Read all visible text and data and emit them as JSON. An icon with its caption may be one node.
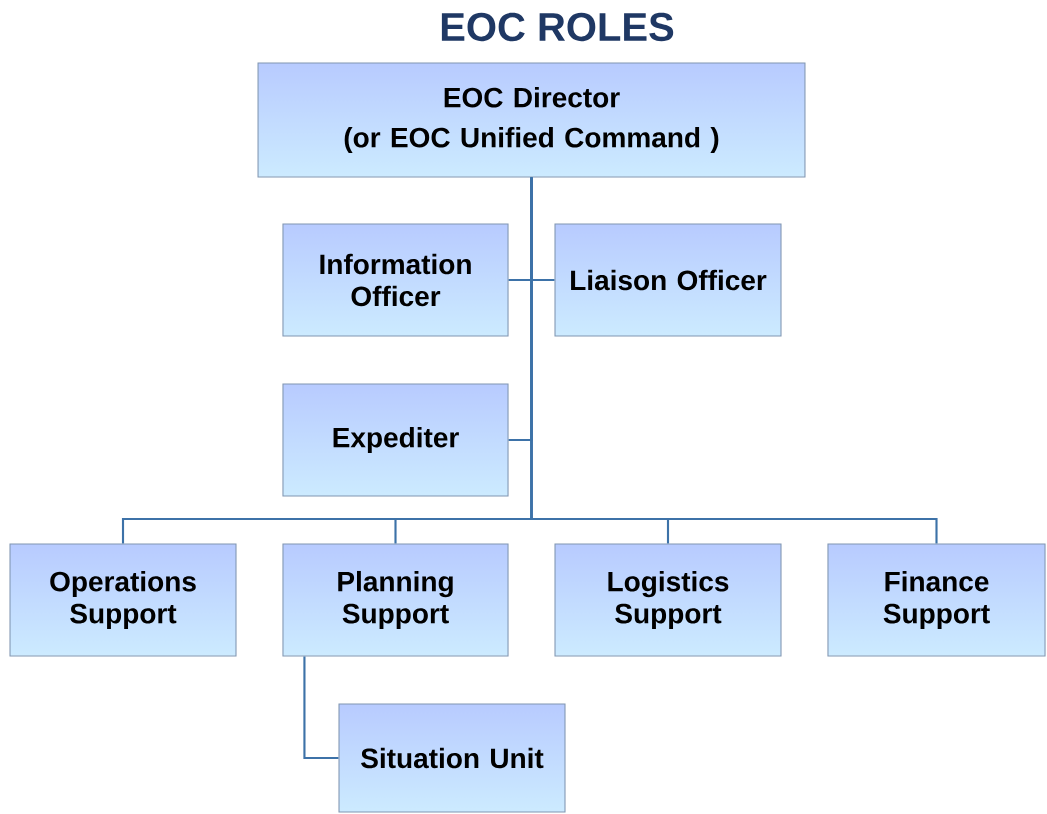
{
  "diagram": {
    "title": "EOC ROLES",
    "nodes": [
      {
        "text": [
          "EOC Director",
          "(or EOC Unified Command )"
        ]
      },
      {
        "text": [
          "Information Officer"
        ]
      },
      {
        "text": [
          "Liaison Officer"
        ]
      },
      {
        "text": [
          "Expediter"
        ]
      },
      {
        "text": [
          "Operations Support"
        ]
      },
      {
        "text": [
          "Planning Support"
        ]
      },
      {
        "text": [
          "Logistics Support"
        ]
      },
      {
        "text": [
          "Finance Support"
        ]
      },
      {
        "text": [
          "Situation Unit"
        ]
      }
    ],
    "edges": [
      {
        "from": 0,
        "to": 1,
        "arrow": "none"
      },
      {
        "from": 0,
        "to": 2,
        "arrow": "none"
      },
      {
        "from": 0,
        "to": 3,
        "arrow": "none"
      },
      {
        "from": 0,
        "to": 4,
        "arrow": "none"
      },
      {
        "from": 0,
        "to": 5,
        "arrow": "none"
      },
      {
        "from": 0,
        "to": 6,
        "arrow": "none"
      },
      {
        "from": 0,
        "to": 7,
        "arrow": "none"
      },
      {
        "from": 5,
        "to": 8,
        "arrow": "none"
      }
    ]
  }
}
